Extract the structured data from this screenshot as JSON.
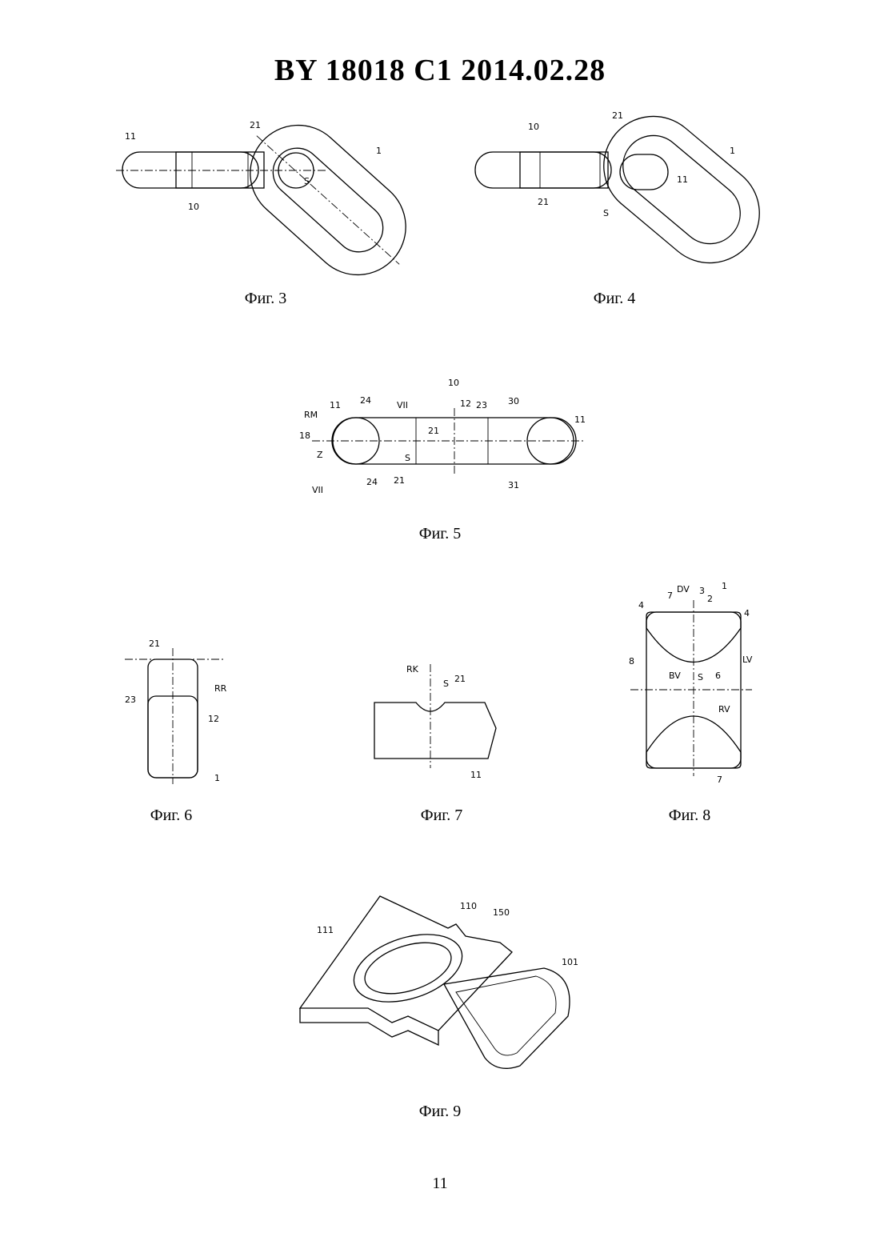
{
  "header": {
    "text": "BY 18018 C1 2014.02.28"
  },
  "figures": [
    {
      "id": "fig3",
      "caption": "Фиг. 3",
      "labels": [
        "11",
        "10",
        "21",
        "1",
        "S"
      ]
    },
    {
      "id": "fig4",
      "caption": "Фиг. 4",
      "labels": [
        "10",
        "21",
        "1",
        "11",
        "21",
        "S"
      ]
    },
    {
      "id": "fig5",
      "caption": "Фиг. 5",
      "labels": [
        "10",
        "RM",
        "11",
        "24",
        "VII",
        "12",
        "23",
        "30",
        "11",
        "18",
        "21",
        "Z",
        "S",
        "24",
        "21",
        "31",
        "VII"
      ]
    },
    {
      "id": "fig6",
      "caption": "Фиг. 6",
      "labels": [
        "21",
        "23",
        "RR",
        "12",
        "1"
      ]
    },
    {
      "id": "fig7",
      "caption": "Фиг. 7",
      "labels": [
        "RK",
        "S",
        "21",
        "11"
      ]
    },
    {
      "id": "fig8",
      "caption": "Фиг. 8",
      "labels": [
        "1",
        "7",
        "DV",
        "3",
        "2",
        "4",
        "4",
        "8",
        "BV",
        "S",
        "6",
        "LV",
        "RV",
        "7"
      ]
    },
    {
      "id": "fig9",
      "caption": "Фиг. 9",
      "labels": [
        "110",
        "150",
        "111",
        "101"
      ]
    }
  ],
  "page_number": "11"
}
